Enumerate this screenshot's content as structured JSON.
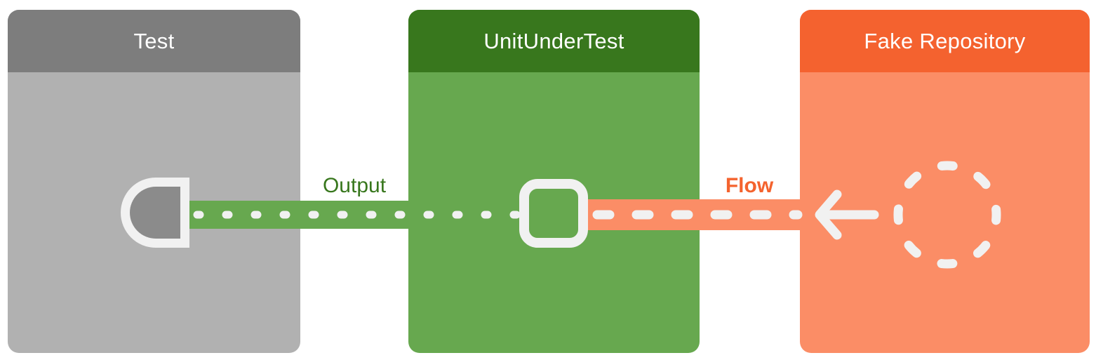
{
  "diagram": {
    "title_text_color": "#ffffff",
    "background_color": "#ffffff",
    "accent_white": "#f1f1f1",
    "boxes": [
      {
        "id": "test",
        "title": "Test",
        "header_color": "#7d7d7d",
        "body_color": "#b1b1b1"
      },
      {
        "id": "unit-under-test",
        "title": "UnitUnderTest",
        "header_color": "#38771d",
        "body_color": "#67a84f"
      },
      {
        "id": "fake-repository",
        "title": "Fake Repository",
        "header_color": "#f4622f",
        "body_color": "#fb8d66"
      }
    ],
    "connectors": [
      {
        "label": "Output",
        "label_color": "#38771d",
        "band_color": "#67a84f",
        "line_style": "dotted",
        "from": "UnitUnderTest",
        "to": "Test"
      },
      {
        "label": "Flow",
        "label_color": "#f4632e",
        "band_color": "#fb8d66",
        "line_style": "dashed",
        "from": "Fake Repository",
        "to": "UnitUnderTest",
        "arrow_direction": "left"
      }
    ],
    "icons": {
      "collector": {
        "name": "collector-icon",
        "fill_color": "#8b8b8b",
        "outline_color": "#f1f1f1"
      },
      "socket": {
        "name": "socket-square-icon",
        "outline_color": "#f1f1f1"
      },
      "arrow": {
        "name": "flow-arrow-icon",
        "color": "#f1f1f1"
      },
      "producer": {
        "name": "dashed-circle-icon",
        "color": "#f1f1f1"
      }
    }
  }
}
